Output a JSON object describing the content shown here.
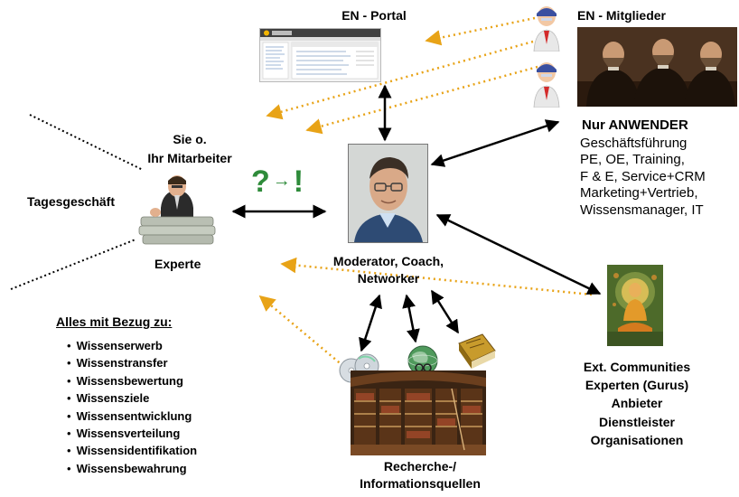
{
  "portal": {
    "title": "EN - Portal"
  },
  "members": {
    "title": "EN - Mitglieder"
  },
  "users": {
    "title": "Nur ANWENDER",
    "roles": [
      "Geschäftsführung",
      "PE, OE, Training,",
      "F & E, Service+CRM",
      "Marketing+Vertrieb,",
      "Wissensmanager, IT"
    ]
  },
  "staff": {
    "line1": "Sie o.",
    "line2": "Ihr Mitarbeiter",
    "daily": "Tagesgeschäft",
    "expert": "Experte"
  },
  "bubble": {
    "question": "?",
    "arrow": "→",
    "exclaim": "!"
  },
  "moderator": {
    "line1": "Moderator, Coach,",
    "line2": "Networker"
  },
  "reference": {
    "heading": "Alles mit Bezug zu:",
    "items": [
      "Wissenserwerb",
      "Wissenstransfer",
      "Wissensbewertung",
      "Wissensziele",
      "Wissensentwicklung",
      "Wissensverteilung",
      "Wissensidentifikation",
      "Wissensbewahrung"
    ]
  },
  "sources": {
    "line1": "Recherche-/",
    "line2": "Informationsquellen"
  },
  "external": {
    "lines": [
      "Ext. Communities",
      "Experten (Gurus)",
      "Anbieter",
      "Dienstleister",
      "Organisationen"
    ]
  },
  "colors": {
    "dotted_arrow": "#e8a317",
    "solid_arrow": "#000000",
    "bubble_green": "#2e8b3a"
  }
}
